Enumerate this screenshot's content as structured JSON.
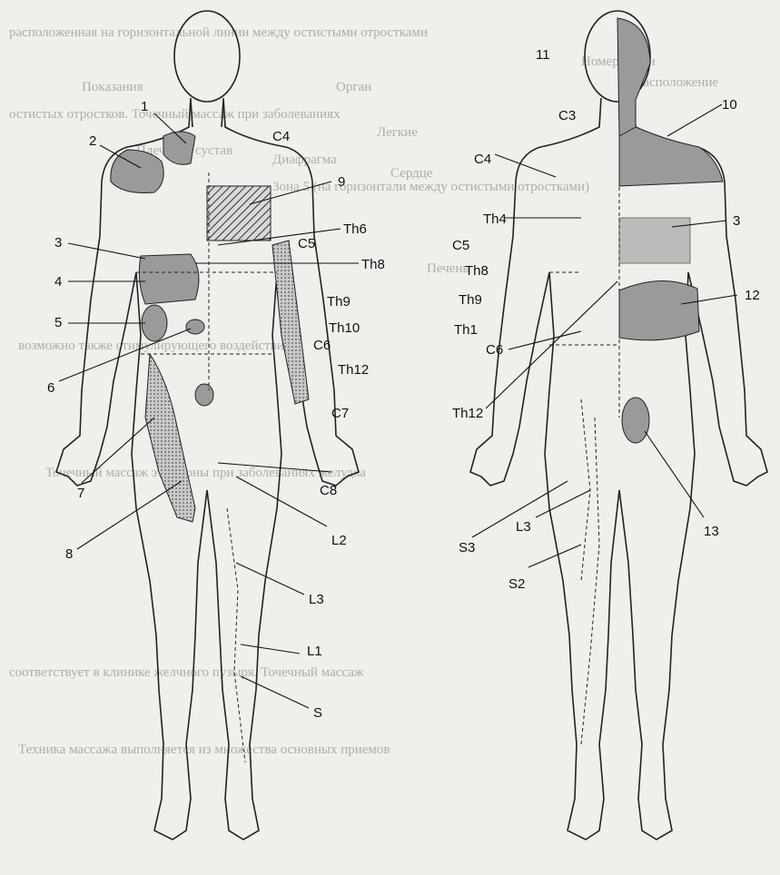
{
  "background_text": {
    "header": [
      "Показания",
      "Орган",
      "Номер точки",
      "Расположение",
      "Плечевой сустав",
      "Легкие",
      "Сердце",
      "Диафрагма",
      "Печень"
    ],
    "lines": [
      "расположенная на горизонтальной линии между остистыми отростками",
      "остистых отростков. Точечный массаж при заболеваниях",
      "Зона 5 (на горизонтали между остистыми отростками)",
      "возможно также стимулирующего воздействия",
      "Точечный массаж этой зоны при заболеваниях желудка",
      "соответствует в клинике желчного пузыря. Точечный массаж",
      "Техника массажа выполняется из множества основных приемов"
    ]
  },
  "front_labels": {
    "n1": "1",
    "n2": "2",
    "n3": "3",
    "n4": "4",
    "n5": "5",
    "n6": "6",
    "n7": "7",
    "n8": "8",
    "n9": "9",
    "C4": "C4",
    "C5": "C5",
    "C6": "C6",
    "C7": "C7",
    "C8": "C8",
    "Th6": "Th6",
    "Th8": "Th8",
    "Th9": "Th9",
    "Th10": "Th10",
    "Th12": "Th12",
    "L1": "L1",
    "L2": "L2",
    "L3": "L3",
    "S": "S"
  },
  "back_labels": {
    "n3": "3",
    "n10": "10",
    "n11": "11",
    "n12": "12",
    "n13": "13",
    "C3": "C3",
    "C4": "C4",
    "C5": "C5",
    "C6": "C6",
    "Th1": "Th1",
    "Th4": "Th4",
    "Th8": "Th8",
    "Th9": "Th9",
    "Th12": "Th12",
    "L3": "L3",
    "S2": "S2",
    "S3": "S3"
  }
}
